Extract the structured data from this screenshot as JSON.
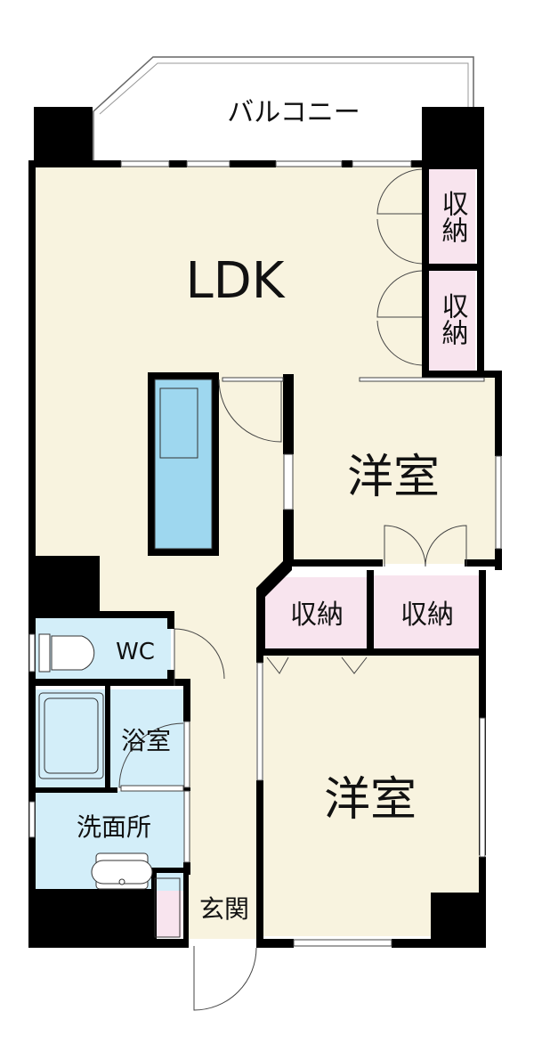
{
  "rooms": {
    "balcony": "バルコニー",
    "ldk": "LDK",
    "closet_top": "収納",
    "closet_mid": "収納",
    "western_room_1": "洋室",
    "closet_left": "収納",
    "closet_right": "収納",
    "wc": "WC",
    "bathroom": "浴室",
    "washroom": "洗面所",
    "western_room_2": "洋室",
    "entrance": "玄関"
  },
  "colors": {
    "floor_living": "#f8f3df",
    "storage": "#f8e4ee",
    "wet_area": "#d3eef9",
    "wall": "#000000",
    "fixture": "#9ed7ef"
  }
}
